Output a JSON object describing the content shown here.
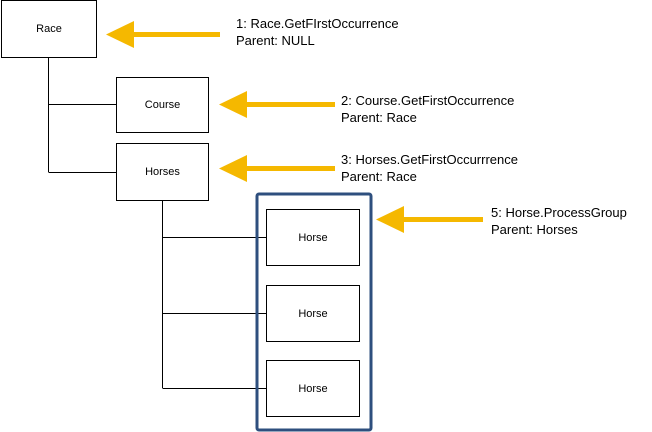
{
  "nodes": {
    "race": "Race",
    "course": "Course",
    "horses": "Horses",
    "horse_1": "Horse",
    "horse_2": "Horse",
    "horse_3": "Horse"
  },
  "annotations": {
    "race": {
      "call": "1: Race.GetFIrstOccurrence",
      "parent": "Parent: NULL"
    },
    "course": {
      "call": "2: Course.GetFirstOccurrence",
      "parent": "Parent: Race"
    },
    "horses": {
      "call": "3: Horses.GetFirstOccurrrence",
      "parent": "Parent: Race"
    },
    "horse_group": {
      "call": "5: Horse.ProcessGroup",
      "parent": "Parent: Horses"
    }
  },
  "colors": {
    "arrow": "#f5b800",
    "group_border": "#2e4f7e",
    "connector": "#000000"
  }
}
